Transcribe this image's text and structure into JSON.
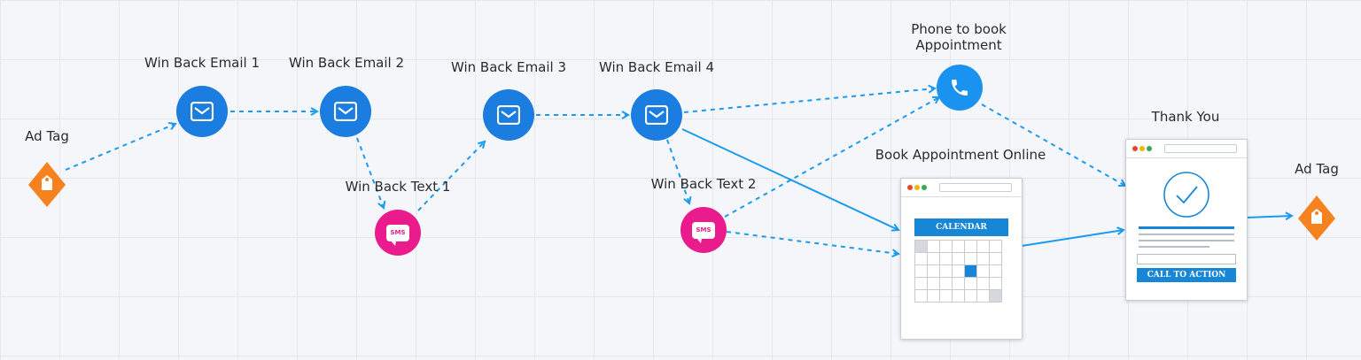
{
  "nodes": {
    "ad_tag_start": "Ad Tag",
    "email_1": "Win Back Email 1",
    "email_2": "Win Back Email 2",
    "email_3": "Win Back Email 3",
    "email_4": "Win Back Email 4",
    "text_1": "Win Back Text 1",
    "text_2": "Win Back Text 2",
    "phone": "Phone to book\nAppointment",
    "book_online": "Book Appointment Online",
    "thank_you": "Thank You",
    "ad_tag_end": "Ad Tag"
  },
  "sms_glyph": "SMS",
  "calendar_heading": "CALENDAR",
  "cta_label": "CALL TO ACTION",
  "colors": {
    "email": "#1b7de0",
    "sms": "#ea1c8d",
    "phone": "#1a93f0",
    "tag": "#f5821f",
    "connector": "#1a9bf0"
  }
}
